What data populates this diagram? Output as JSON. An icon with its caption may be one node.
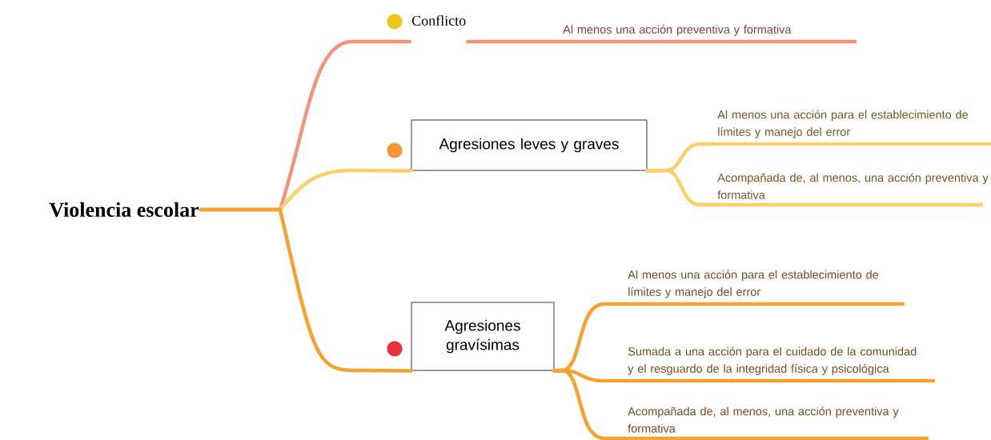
{
  "diagram": {
    "nodes": [
      {
        "text": [
          "Violencia escolar"
        ]
      },
      {
        "text": [
          "Conflicto"
        ]
      },
      {
        "text": [
          "Agresiones leves y graves"
        ]
      },
      {
        "text": [
          "Agresiones gravísimas"
        ]
      },
      {
        "text": [
          "Al menos una acción preventiva y formativa"
        ]
      },
      {
        "text": [
          "Al menos una acción para el establecimiento de límites y manejo del error"
        ]
      },
      {
        "text": [
          "Acompañada de, al menos, una acción preventiva y formativa"
        ]
      },
      {
        "text": [
          "Al menos una acción para el establecimiento de límites y manejo del error"
        ]
      },
      {
        "text": [
          "Sumada a una acción para el cuidado de la comunidad y el resguardo de la integridad física y psicológica"
        ]
      },
      {
        "text": [
          "Acompañada de, al menos, una acción preventiva y formativa"
        ]
      }
    ],
    "edges": [
      {
        "from": 0,
        "to": 1,
        "arrow": "none",
        "color": "#f4947a"
      },
      {
        "from": 0,
        "to": 2,
        "arrow": "none",
        "color": "#fbcf6a"
      },
      {
        "from": 0,
        "to": 3,
        "arrow": "none"
      },
      {
        "from": 1,
        "to": 4,
        "arrow": "none",
        "color": "#f4947a"
      },
      {
        "from": 2,
        "to": 5,
        "arrow": "none",
        "color": "#fbcf6a"
      },
      {
        "from": 2,
        "to": 6,
        "arrow": "none",
        "color": "#fbcf6a"
      },
      {
        "from": 3,
        "to": 7,
        "arrow": "none"
      },
      {
        "from": 3,
        "to": 8,
        "arrow": "none"
      },
      {
        "from": 3,
        "to": 9,
        "arrow": "none"
      }
    ]
  }
}
